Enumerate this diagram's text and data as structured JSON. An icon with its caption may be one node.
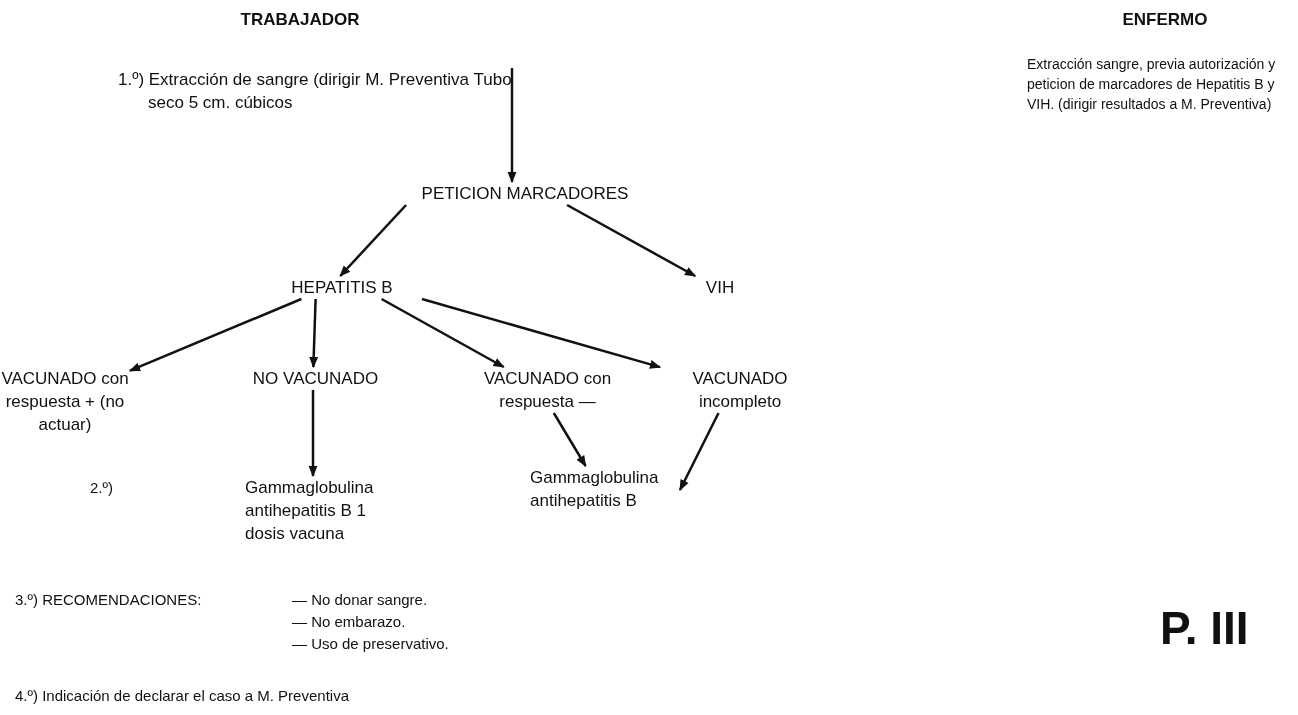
{
  "diagram": {
    "nodes": [
      {
        "text": [
          "1.º) Extracción de sangre (dirigir M. Preventiva Tubo seco 5 cm. cúbicos"
        ]
      },
      {
        "text": [
          "PETICION MARCADORES"
        ]
      },
      {
        "text": [
          "HEPATITIS B"
        ]
      },
      {
        "text": [
          "VIH"
        ]
      },
      {
        "text": [
          "VACUNADO con respuesta + (no actuar)"
        ]
      },
      {
        "text": [
          "NO VACUNADO"
        ]
      },
      {
        "text": [
          "VACUNADO con respuesta —"
        ]
      },
      {
        "text": [
          "VACUNADO incompleto"
        ]
      },
      {
        "text": [
          "Gammaglobulina antihepatitis B 1 dosis vacuna"
        ]
      },
      {
        "text": [
          "Gammaglobulina antihepatitis B"
        ]
      }
    ],
    "edges": [
      {
        "from": 0,
        "to": 1,
        "arrow": "to"
      },
      {
        "from": 1,
        "to": 2,
        "arrow": "to"
      },
      {
        "from": 1,
        "to": 3,
        "arrow": "to"
      },
      {
        "from": 2,
        "to": 4,
        "arrow": "to"
      },
      {
        "from": 2,
        "to": 5,
        "arrow": "to"
      },
      {
        "from": 2,
        "to": 6,
        "arrow": "to"
      },
      {
        "from": 2,
        "to": 7,
        "arrow": "to"
      },
      {
        "from": 5,
        "to": 8,
        "arrow": "to"
      },
      {
        "from": 6,
        "to": 9,
        "arrow": "to"
      },
      {
        "from": 7,
        "to": 9,
        "arrow": "to"
      }
    ],
    "labels": [
      "TRABAJADOR",
      "ENFERMO",
      "Extracción sangre, previa autorización y peticion de marcadores de Hepatitis B y VIH. (dirigir resultados a M. Preventiva)",
      "2.º)",
      "3.º) RECOMENDACIONES:",
      "— No donar sangre.",
      "— No embarazo.",
      "— Uso de preservativo.",
      "4.º) Indicación de declarar el caso a M. Preventiva",
      "P. III"
    ]
  }
}
